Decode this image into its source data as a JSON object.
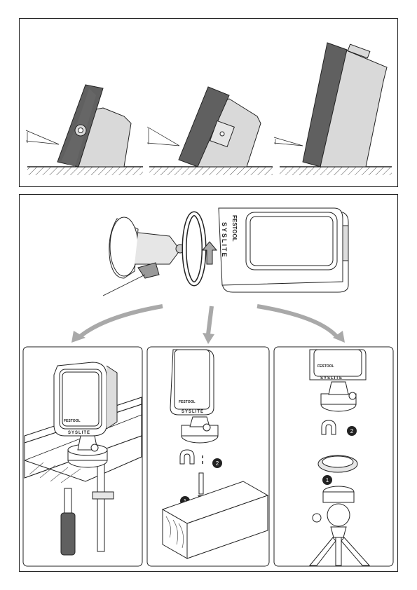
{
  "brand": {
    "name": "FESTOOL",
    "model": "SYSLITE",
    "subtitle": "KAL"
  },
  "callouts": {
    "step1": "1",
    "step2": "2"
  },
  "colors": {
    "housing_dark": "#606060",
    "housing_light": "#d9d9d9",
    "arrow_gray": "#a9a9a9",
    "stroke": "#222222"
  },
  "icons": [
    "magnet-icon",
    "rotate-arrow-icon",
    "down-arrow-icon"
  ]
}
